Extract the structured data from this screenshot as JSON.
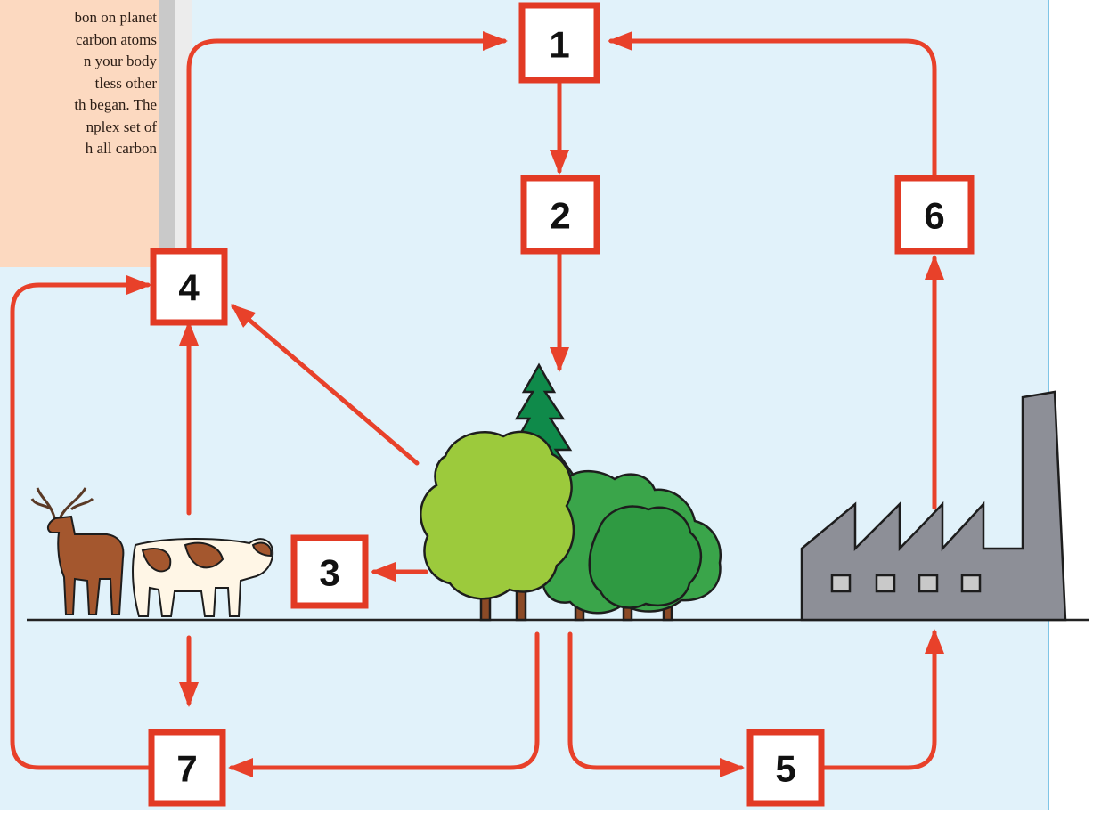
{
  "sidebar": {
    "lines": [
      "bon on planet",
      "carbon atoms",
      "n your body",
      "tless other",
      "th began. The",
      "nplex set of",
      "h all carbon"
    ]
  },
  "stages": [
    {
      "id": "1",
      "label": "1"
    },
    {
      "id": "2",
      "label": "2"
    },
    {
      "id": "3",
      "label": "3"
    },
    {
      "id": "4",
      "label": "4"
    },
    {
      "id": "5",
      "label": "5"
    },
    {
      "id": "6",
      "label": "6"
    },
    {
      "id": "7",
      "label": "7"
    }
  ],
  "colors": {
    "sky": "#e1f2fa",
    "sidebar_bg": "#fcd9c0",
    "arrow": "#e8412a",
    "box_border": "#e23a24",
    "factory": "#8d8f97",
    "tree_light": "#9cca3c",
    "tree_dark": "#3aa54a",
    "pine": "#0f8a4a"
  },
  "icons": [
    "deer-icon",
    "cow-icon",
    "trees-icon",
    "factory-icon"
  ]
}
